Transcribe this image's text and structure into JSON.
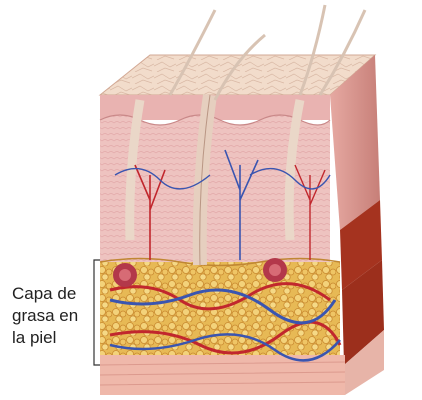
{
  "figure": {
    "label_lines": [
      "Capa de",
      "grasa en",
      "la piel"
    ]
  },
  "colors": {
    "epidermis_top": "#f3dccd",
    "dermis": "#e9b9b7",
    "dermis_light": "#f1cfc9",
    "fat_yellow": "#e9c15f",
    "fat_orange": "#d48b3c",
    "deep_tissue": "#9c2f1c",
    "muscle": "#f0b8aa",
    "hair": "#e8d6c8",
    "artery": "#c1272d",
    "vein": "#3a55b0",
    "nerve": "#f1e6a8"
  }
}
